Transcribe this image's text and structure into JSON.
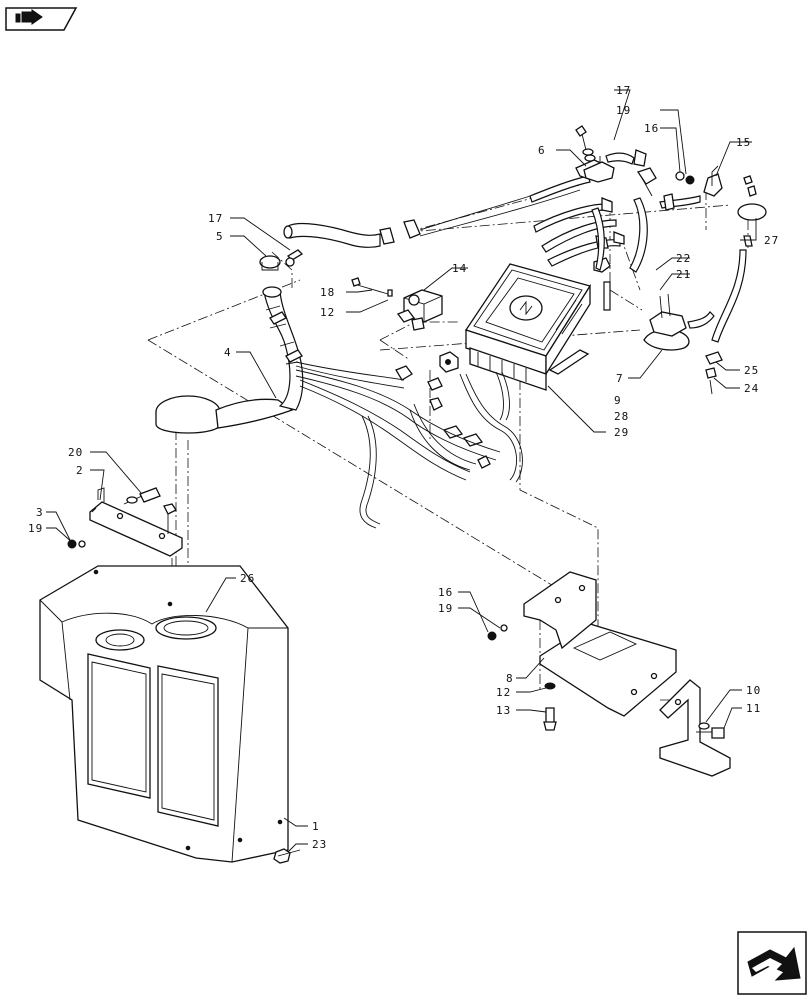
{
  "icons": {
    "top_left": "expand-arrow-icon",
    "bottom_right": "next-page-arrow-icon"
  },
  "callouts": {
    "c1": "1",
    "c2": "2",
    "c3": "3",
    "c4": "4",
    "c5": "5",
    "c6": "6",
    "c7": "7",
    "c8": "8",
    "c9": "9",
    "c10": "10",
    "c11": "11",
    "c12a": "12",
    "c12b": "12",
    "c13": "13",
    "c14": "14",
    "c15": "15",
    "c16a": "16",
    "c16b": "16",
    "c17a": "17",
    "c17b": "17",
    "c18": "18",
    "c19a": "19",
    "c19b": "19",
    "c19c": "19",
    "c20": "20",
    "c21": "21",
    "c22": "22",
    "c23": "23",
    "c24": "24",
    "c25": "25",
    "c26": "26",
    "c27": "27",
    "c28": "28",
    "c29": "29"
  }
}
